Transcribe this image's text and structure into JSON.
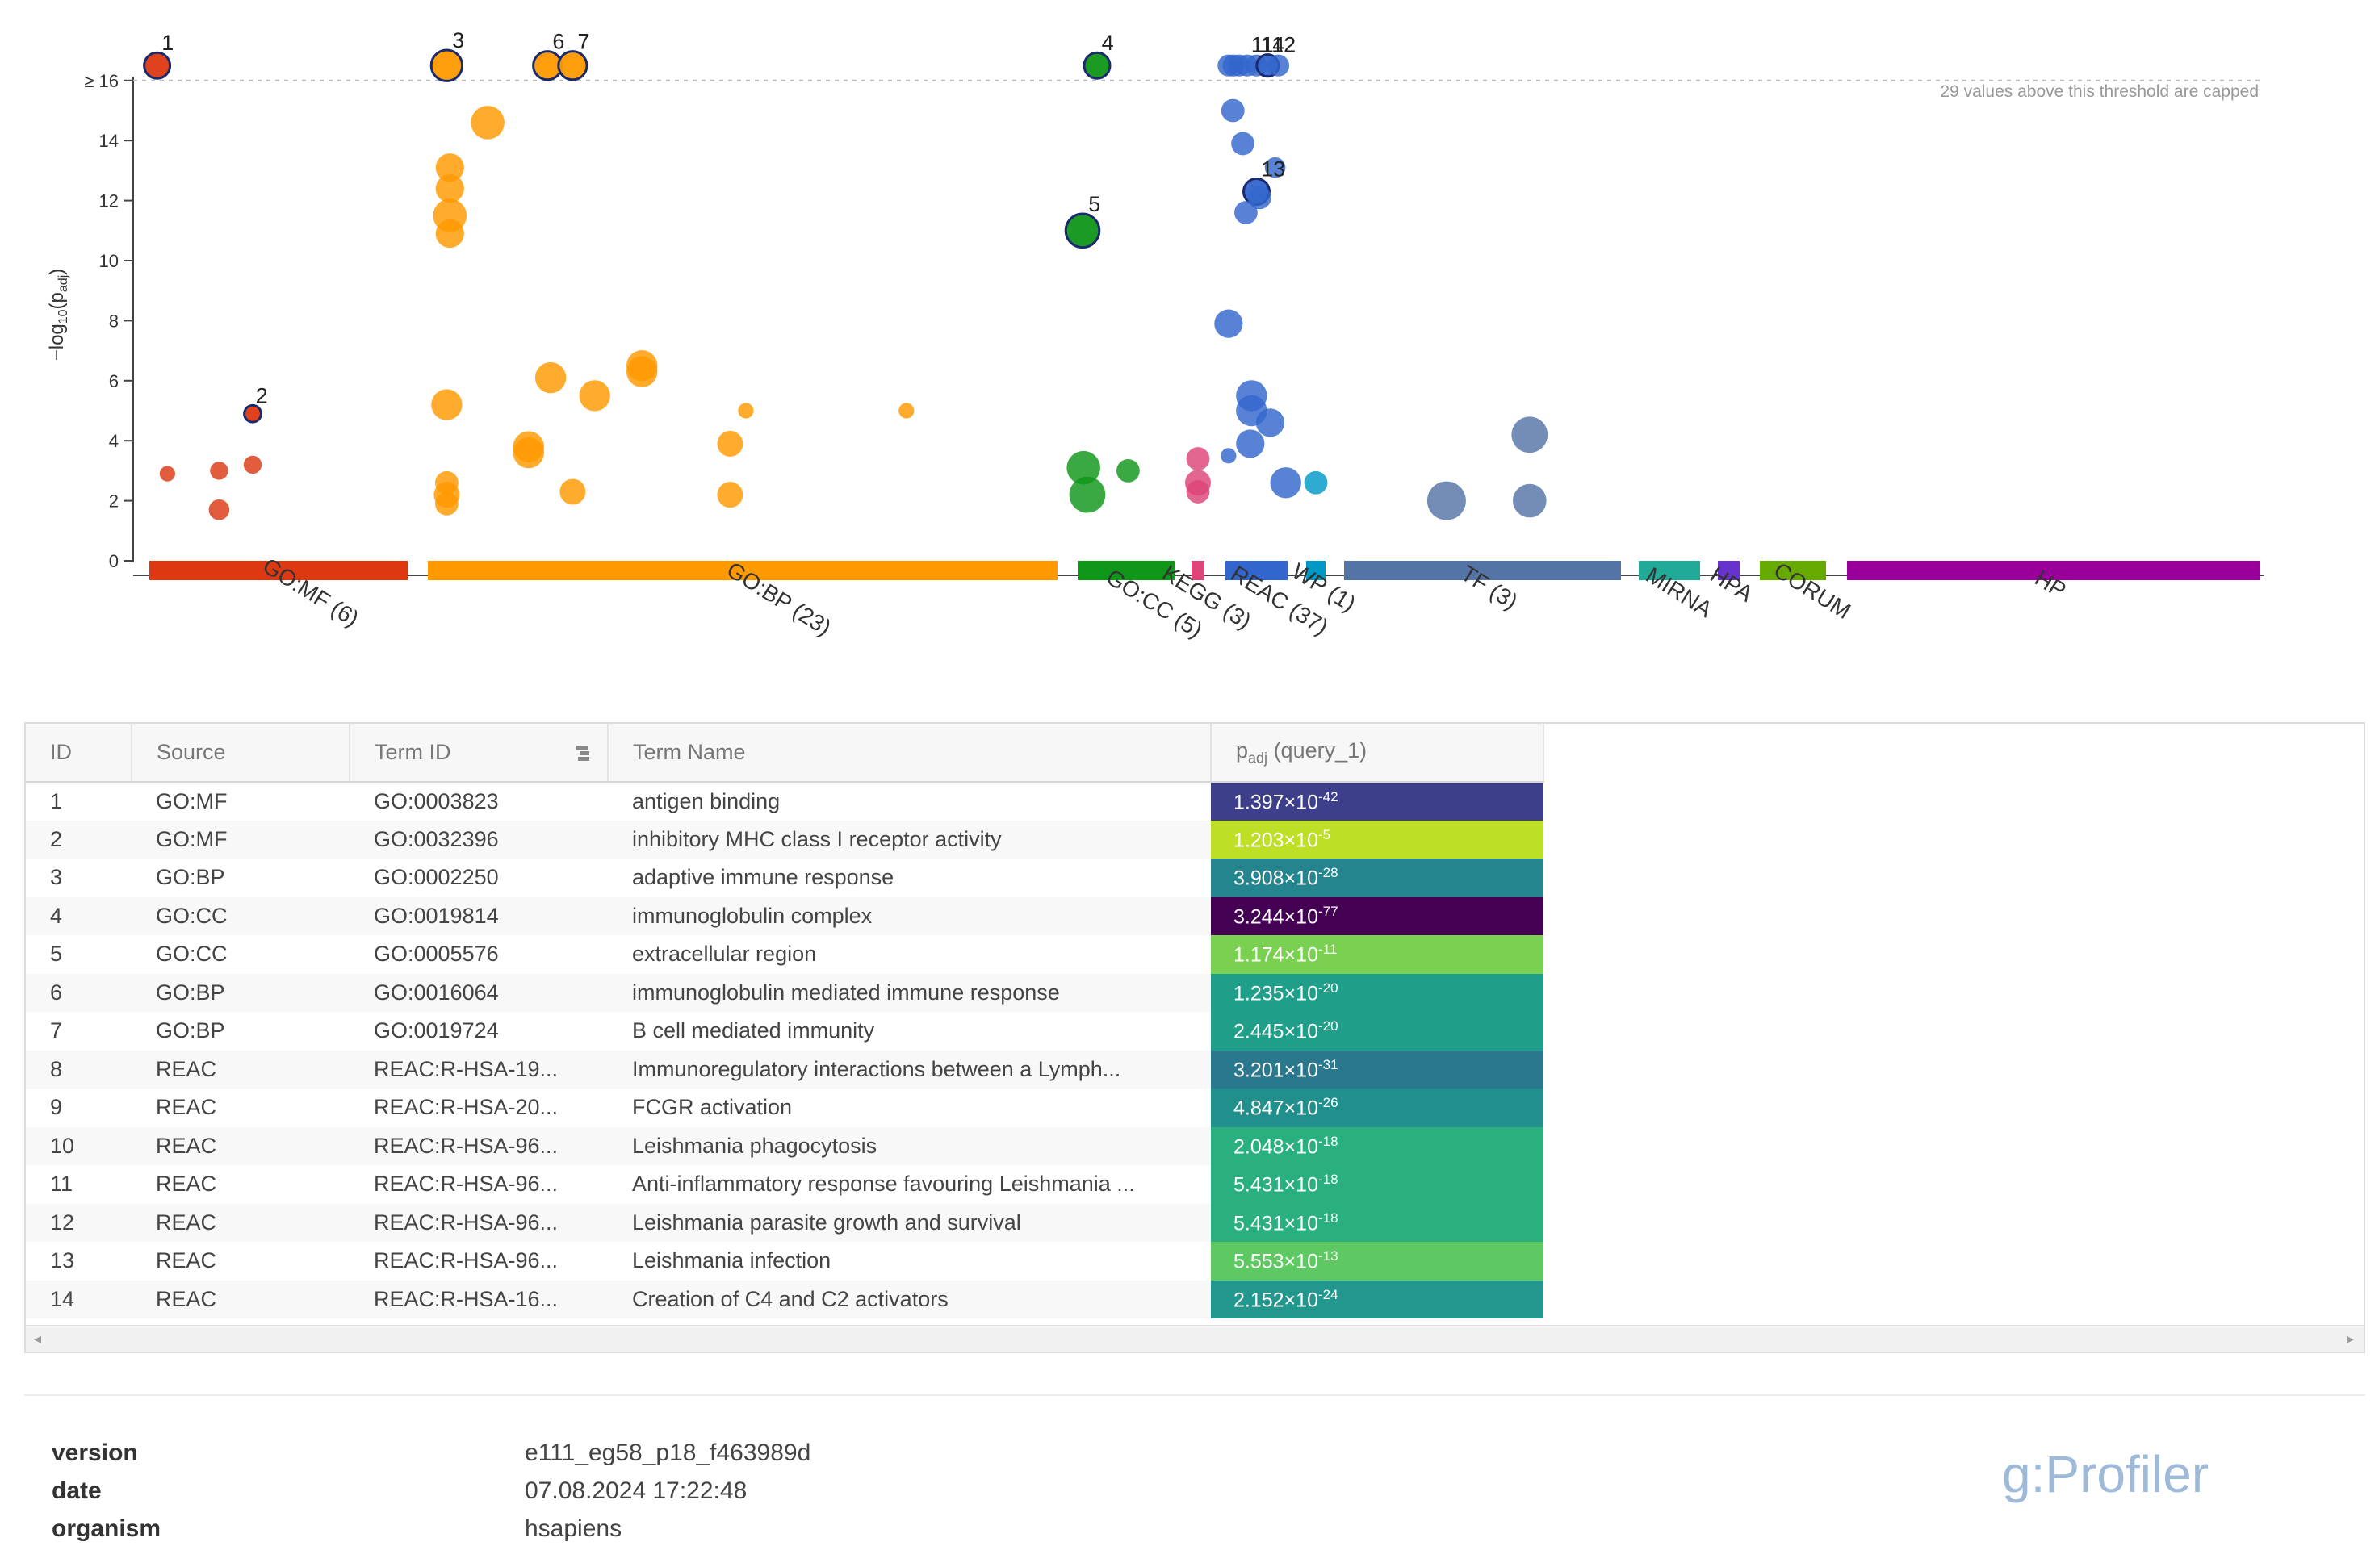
{
  "chart_data": {
    "type": "scatter",
    "title": "",
    "ylabel": "−log₁₀(pₐ⁤ⱼ)",
    "ylabel_parts": {
      "main": "−log",
      "sub1": "10",
      "open": "(p",
      "sub2": "adj",
      "close": ")"
    },
    "ylim": [
      0,
      17
    ],
    "y_ticks": [
      {
        "value": 0,
        "label": "0"
      },
      {
        "value": 2,
        "label": "2"
      },
      {
        "value": 4,
        "label": "4"
      },
      {
        "value": 6,
        "label": "6"
      },
      {
        "value": 8,
        "label": "8"
      },
      {
        "value": 10,
        "label": "10"
      },
      {
        "value": 12,
        "label": "12"
      },
      {
        "value": 14,
        "label": "14"
      },
      {
        "value": 16,
        "label": "≥ 16"
      }
    ],
    "threshold": 16,
    "cap_note": "29 values above this threshold are capped",
    "sources": [
      {
        "name": "GO:MF (6)",
        "color": "#dc3912"
      },
      {
        "name": "GO:BP (23)",
        "color": "#ff9900"
      },
      {
        "name": "GO:CC (5)",
        "color": "#109618"
      },
      {
        "name": "KEGG (3)",
        "color": "#dd4477"
      },
      {
        "name": "REAC (37)",
        "color": "#3366cc"
      },
      {
        "name": "WP (1)",
        "color": "#0099c6"
      },
      {
        "name": "TF (3)",
        "color": "#5574a6"
      },
      {
        "name": "MIRNA",
        "color": "#22aa99"
      },
      {
        "name": "HPA",
        "color": "#6633cc"
      },
      {
        "name": "CORUM",
        "color": "#66aa00"
      },
      {
        "name": "HP",
        "color": "#990099"
      }
    ],
    "points": [
      {
        "src": 0,
        "x": 0.03,
        "y": 16.5,
        "r": 1.0,
        "label": "1",
        "hl": true
      },
      {
        "src": 0,
        "x": 0.07,
        "y": 2.9,
        "r": 0.6
      },
      {
        "src": 0,
        "x": 0.27,
        "y": 3.0,
        "r": 0.7
      },
      {
        "src": 0,
        "x": 0.27,
        "y": 1.7,
        "r": 0.8
      },
      {
        "src": 0,
        "x": 0.4,
        "y": 3.2,
        "r": 0.7
      },
      {
        "src": 0,
        "x": 0.4,
        "y": 4.9,
        "r": 0.65,
        "label": "2",
        "hl": true
      },
      {
        "src": 1,
        "x": 0.03,
        "y": 16.5,
        "r": 1.2,
        "label": "3",
        "hl": true
      },
      {
        "src": 1,
        "x": 0.19,
        "y": 16.5,
        "r": 1.1,
        "label": "6",
        "hl": true
      },
      {
        "src": 1,
        "x": 0.23,
        "y": 16.5,
        "r": 1.1,
        "label": "7",
        "hl": true
      },
      {
        "src": 1,
        "x": 0.095,
        "y": 14.6,
        "r": 1.3
      },
      {
        "src": 1,
        "x": 0.035,
        "y": 13.1,
        "r": 1.1
      },
      {
        "src": 1,
        "x": 0.035,
        "y": 12.4,
        "r": 1.1
      },
      {
        "src": 1,
        "x": 0.035,
        "y": 11.5,
        "r": 1.3
      },
      {
        "src": 1,
        "x": 0.035,
        "y": 10.9,
        "r": 1.1
      },
      {
        "src": 1,
        "x": 0.03,
        "y": 5.2,
        "r": 1.2
      },
      {
        "src": 1,
        "x": 0.195,
        "y": 6.1,
        "r": 1.2
      },
      {
        "src": 1,
        "x": 0.265,
        "y": 5.5,
        "r": 1.2
      },
      {
        "src": 1,
        "x": 0.34,
        "y": 6.5,
        "r": 1.2
      },
      {
        "src": 1,
        "x": 0.34,
        "y": 6.3,
        "r": 1.2
      },
      {
        "src": 1,
        "x": 0.16,
        "y": 3.8,
        "r": 1.2
      },
      {
        "src": 1,
        "x": 0.16,
        "y": 3.6,
        "r": 1.2
      },
      {
        "src": 1,
        "x": 0.23,
        "y": 2.3,
        "r": 1.0
      },
      {
        "src": 1,
        "x": 0.03,
        "y": 2.6,
        "r": 0.9
      },
      {
        "src": 1,
        "x": 0.03,
        "y": 2.2,
        "r": 1.0
      },
      {
        "src": 1,
        "x": 0.03,
        "y": 1.9,
        "r": 0.9
      },
      {
        "src": 1,
        "x": 0.505,
        "y": 5.0,
        "r": 0.6
      },
      {
        "src": 1,
        "x": 0.48,
        "y": 3.9,
        "r": 1.0
      },
      {
        "src": 1,
        "x": 0.48,
        "y": 2.2,
        "r": 1.0
      },
      {
        "src": 1,
        "x": 0.76,
        "y": 5.0,
        "r": 0.6
      },
      {
        "src": 2,
        "x": 0.2,
        "y": 16.5,
        "r": 1.0,
        "label": "4",
        "hl": true
      },
      {
        "src": 2,
        "x": 0.05,
        "y": 11.0,
        "r": 1.3,
        "label": "5",
        "hl": true
      },
      {
        "src": 2,
        "x": 0.06,
        "y": 3.1,
        "r": 1.3
      },
      {
        "src": 2,
        "x": 0.1,
        "y": 2.2,
        "r": 1.4
      },
      {
        "src": 2,
        "x": 0.52,
        "y": 3.0,
        "r": 0.9
      },
      {
        "src": 3,
        "x": 0.5,
        "y": 3.4,
        "r": 0.9
      },
      {
        "src": 3,
        "x": 0.5,
        "y": 2.6,
        "r": 1.0
      },
      {
        "src": 3,
        "x": 0.5,
        "y": 2.3,
        "r": 0.9
      },
      {
        "src": 4,
        "x": 0.05,
        "y": 16.5,
        "r": 0.85
      },
      {
        "src": 4,
        "x": 0.13,
        "y": 16.5,
        "r": 0.85
      },
      {
        "src": 4,
        "x": 0.22,
        "y": 16.5,
        "r": 0.85
      },
      {
        "src": 4,
        "x": 0.35,
        "y": 16.5,
        "r": 0.85,
        "label": "11"
      },
      {
        "src": 4,
        "x": 0.5,
        "y": 16.5,
        "r": 0.85,
        "label": "14"
      },
      {
        "src": 4,
        "x": 0.68,
        "y": 16.5,
        "r": 0.85,
        "label": "12",
        "hl": true
      },
      {
        "src": 4,
        "x": 0.85,
        "y": 16.5,
        "r": 0.85
      },
      {
        "src": 4,
        "x": 0.12,
        "y": 15.0,
        "r": 0.9
      },
      {
        "src": 4,
        "x": 0.28,
        "y": 13.9,
        "r": 0.9
      },
      {
        "src": 4,
        "x": 0.8,
        "y": 13.1,
        "r": 0.8
      },
      {
        "src": 4,
        "x": 0.5,
        "y": 12.3,
        "r": 1.0,
        "label": "13",
        "hl": true
      },
      {
        "src": 4,
        "x": 0.55,
        "y": 12.1,
        "r": 0.9
      },
      {
        "src": 4,
        "x": 0.33,
        "y": 11.6,
        "r": 0.9
      },
      {
        "src": 4,
        "x": 0.05,
        "y": 7.9,
        "r": 1.1
      },
      {
        "src": 4,
        "x": 0.42,
        "y": 5.5,
        "r": 1.2
      },
      {
        "src": 4,
        "x": 0.42,
        "y": 5.0,
        "r": 1.2
      },
      {
        "src": 4,
        "x": 0.72,
        "y": 4.6,
        "r": 1.1
      },
      {
        "src": 4,
        "x": 0.4,
        "y": 3.9,
        "r": 1.1
      },
      {
        "src": 4,
        "x": 0.05,
        "y": 3.5,
        "r": 0.6
      },
      {
        "src": 4,
        "x": 0.97,
        "y": 2.6,
        "r": 1.2
      },
      {
        "src": 5,
        "x": 0.5,
        "y": 2.6,
        "r": 0.9
      },
      {
        "src": 6,
        "x": 0.37,
        "y": 2.0,
        "r": 1.5
      },
      {
        "src": 6,
        "x": 0.67,
        "y": 2.0,
        "r": 1.3
      },
      {
        "src": 6,
        "x": 0.67,
        "y": 4.2,
        "r": 1.4
      }
    ]
  },
  "table": {
    "headers": [
      "ID",
      "Source",
      "Term ID",
      "Term Name",
      "p",
      "adj",
      " (query_1)"
    ],
    "rows": [
      {
        "id": "1",
        "source": "GO:MF",
        "term_id": "GO:0003823",
        "term_name": "antigen binding",
        "padj_m": "1.397×10",
        "padj_e": "-42",
        "color": "#3e3f8a"
      },
      {
        "id": "2",
        "source": "GO:MF",
        "term_id": "GO:0032396",
        "term_name": "inhibitory MHC class I receptor activity",
        "padj_m": "1.203×10",
        "padj_e": "-5",
        "color": "#bddf26"
      },
      {
        "id": "3",
        "source": "GO:BP",
        "term_id": "GO:0002250",
        "term_name": "adaptive immune response",
        "padj_m": "3.908×10",
        "padj_e": "-28",
        "color": "#25858e"
      },
      {
        "id": "4",
        "source": "GO:CC",
        "term_id": "GO:0019814",
        "term_name": "immunoglobulin complex",
        "padj_m": "3.244×10",
        "padj_e": "-77",
        "color": "#440154"
      },
      {
        "id": "5",
        "source": "GO:CC",
        "term_id": "GO:0005576",
        "term_name": "extracellular region",
        "padj_m": "1.174×10",
        "padj_e": "-11",
        "color": "#7ad151"
      },
      {
        "id": "6",
        "source": "GO:BP",
        "term_id": "GO:0016064",
        "term_name": "immunoglobulin mediated immune response",
        "padj_m": "1.235×10",
        "padj_e": "-20",
        "color": "#1f9e89"
      },
      {
        "id": "7",
        "source": "GO:BP",
        "term_id": "GO:0019724",
        "term_name": "B cell mediated immunity",
        "padj_m": "2.445×10",
        "padj_e": "-20",
        "color": "#1f9e89"
      },
      {
        "id": "8",
        "source": "REAC",
        "term_id": "REAC:R-HSA-19...",
        "term_name": "Immunoregulatory interactions between a Lymph...",
        "padj_m": "3.201×10",
        "padj_e": "-31",
        "color": "#2a788e"
      },
      {
        "id": "9",
        "source": "REAC",
        "term_id": "REAC:R-HSA-20...",
        "term_name": "FCGR activation",
        "padj_m": "4.847×10",
        "padj_e": "-26",
        "color": "#21908d"
      },
      {
        "id": "10",
        "source": "REAC",
        "term_id": "REAC:R-HSA-96...",
        "term_name": "Leishmania phagocytosis",
        "padj_m": "2.048×10",
        "padj_e": "-18",
        "color": "#2ab07f"
      },
      {
        "id": "11",
        "source": "REAC",
        "term_id": "REAC:R-HSA-96...",
        "term_name": "Anti-inflammatory response favouring Leishmania ...",
        "padj_m": "5.431×10",
        "padj_e": "-18",
        "color": "#2ab07f"
      },
      {
        "id": "12",
        "source": "REAC",
        "term_id": "REAC:R-HSA-96...",
        "term_name": "Leishmania parasite growth and survival",
        "padj_m": "5.431×10",
        "padj_e": "-18",
        "color": "#2ab07f"
      },
      {
        "id": "13",
        "source": "REAC",
        "term_id": "REAC:R-HSA-96...",
        "term_name": "Leishmania infection",
        "padj_m": "5.553×10",
        "padj_e": "-13",
        "color": "#5ec962"
      },
      {
        "id": "14",
        "source": "REAC",
        "term_id": "REAC:R-HSA-16...",
        "term_name": "Creation of C4 and C2 activators",
        "padj_m": "2.152×10",
        "padj_e": "-24",
        "color": "#22978d"
      }
    ]
  },
  "meta": {
    "version_key": "version",
    "version_val": "e111_eg58_p18_f463989d",
    "date_key": "date",
    "date_val": "07.08.2024 17:22:48",
    "organism_key": "organism",
    "organism_val": "hsapiens"
  },
  "brand": "g:Profiler",
  "icons": {
    "filter": "filter-icon",
    "scroll_left": "scroll-left-icon",
    "scroll_right": "scroll-right-icon"
  }
}
